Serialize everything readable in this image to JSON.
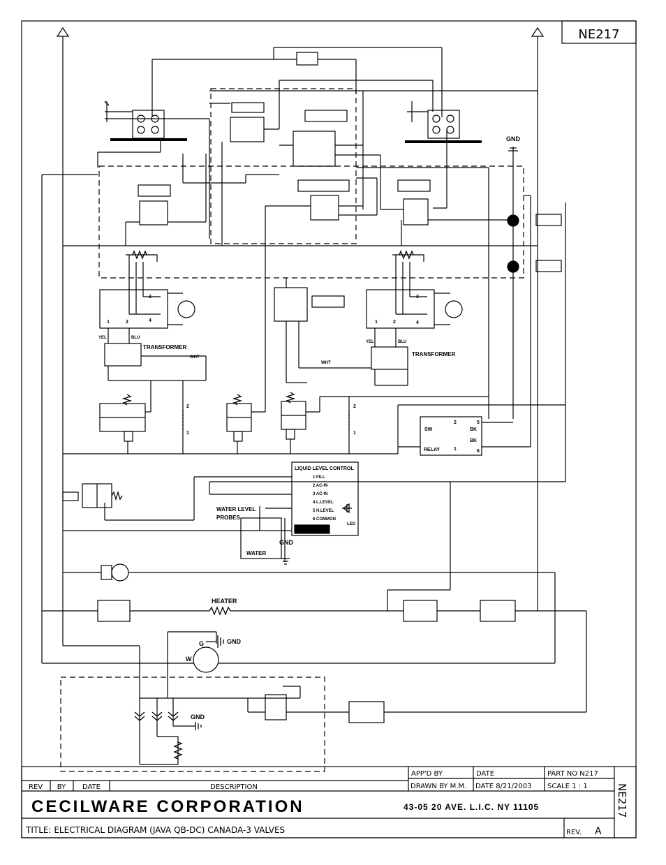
{
  "sheet": {
    "corner_part_no": "NE217",
    "side_part_no": "NE217"
  },
  "labels": {
    "gnd_top": "GND",
    "transformer_left": "TRANSFORMER",
    "transformer_right": "TRANSFORMER",
    "yel_left": "YEL",
    "blu_left": "BLU",
    "yel_right": "YEL",
    "blu_right": "BLU",
    "wht_left": "WHT",
    "wht_right": "WHT",
    "t1_left": "1",
    "t2_left": "2",
    "t3_left": "3",
    "t4_left": "4",
    "t1_right": "1",
    "t2_right": "2",
    "t3_right": "3",
    "t4_right": "4",
    "coil_left_2": "2",
    "coil_left_1": "1",
    "coil_right_2": "2",
    "coil_right_1": "1",
    "relay": "RELAY",
    "relay_sw": "SW",
    "relay_bk": "BK",
    "relay_t2": "2",
    "relay_t1": "1",
    "relay_t5": "5",
    "relay_t6": "6",
    "llc_title": "LIQUID LEVEL CONTROL",
    "llc_items": [
      "1 FILL",
      "2 AC-IN",
      "3 AC-IN",
      "4 L.LEVEL",
      "5 H.LEVEL",
      "6 COMMON"
    ],
    "llc_led": "LED",
    "water_level_probes_1": "WATER LEVEL",
    "water_level_probes_2": "PROBES",
    "water": "WATER",
    "gnd_water": "GND",
    "heater": "HEATER",
    "plug_g": "G",
    "plug_w": "W",
    "gnd_plug": "GND",
    "gnd_bottom": "GND"
  },
  "title_block": {
    "col_rev": "REV",
    "col_by": "BY",
    "col_date": "DATE",
    "col_description": "DESCRIPTION",
    "appd_by": "APP'D BY",
    "date_label": "DATE",
    "part_no": "PART NO N217",
    "drawn_by": "DRAWN BY M.M.",
    "drawn_date": "DATE 8/21/2003",
    "scale": "SCALE 1 : 1",
    "company": "CECILWARE CORPORATION",
    "address": "43-05 20 AVE. L.I.C. NY 11105",
    "title": "TITLE: ELECTRICAL DIAGRAM (JAVA QB-DC) CANADA-3 VALVES",
    "rev_label": "REV.",
    "rev_value": "A"
  }
}
